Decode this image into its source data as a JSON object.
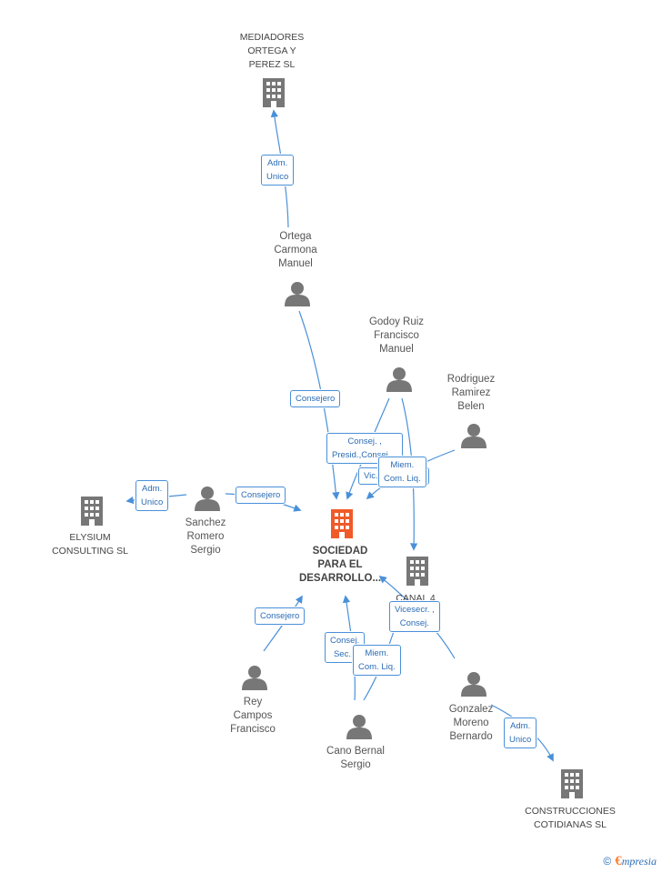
{
  "nodes": {
    "mediadores": {
      "label": "MEDIADORES\nORTEGA Y\nPEREZ SL",
      "type": "company"
    },
    "ortega": {
      "label": "Ortega\nCarmona\nManuel",
      "type": "person"
    },
    "godoy": {
      "label": "Godoy Ruiz\nFrancisco\nManuel",
      "type": "person"
    },
    "rodriguez": {
      "label": "Rodriguez\nRamirez\nBelen",
      "type": "person"
    },
    "elysium": {
      "label": "ELYSIUM\nCONSULTING SL",
      "type": "company"
    },
    "sanchez": {
      "label": "Sanchez\nRomero\nSergio",
      "type": "person"
    },
    "sociedad": {
      "label": "SOCIEDAD\nPARA EL\nDESARROLLO...",
      "type": "main-company"
    },
    "canal4": {
      "label": "CANAL 4\nA...",
      "type": "company"
    },
    "rey": {
      "label": "Rey\nCampos\nFrancisco",
      "type": "person"
    },
    "cano": {
      "label": "Cano Bernal\nSergio",
      "type": "person"
    },
    "gonzalez": {
      "label": "Gonzalez\nMoreno\nBernardo",
      "type": "person"
    },
    "construcciones": {
      "label": "CONSTRUCCIONES\nCOTIDIANAS SL",
      "type": "company"
    }
  },
  "edges": {
    "e1": "Adm.\nUnico",
    "e2": "Consejero",
    "e3": "Consej. ,\nPresid.,Consej....",
    "e4": "Vic....Comsej....",
    "e5": "Miem.\nCom. Liq.",
    "e6": "Adm.\nUnico",
    "e7": "Consejero",
    "e8": "Consejero",
    "e9": "Consej.\nSec...",
    "e10": "Miem.\nCom. Liq.",
    "e11": "Vicesecr. ,\nConsej.",
    "e12": "Adm.\nUnico"
  },
  "colors": {
    "edge": "#4a90d9",
    "node": "#777777",
    "main": "#f05a28"
  },
  "icons": {
    "person": "person-icon",
    "company": "building-icon"
  },
  "footer": {
    "copyright": "©",
    "brand_initial": "€",
    "brand_rest": "mpresia"
  }
}
